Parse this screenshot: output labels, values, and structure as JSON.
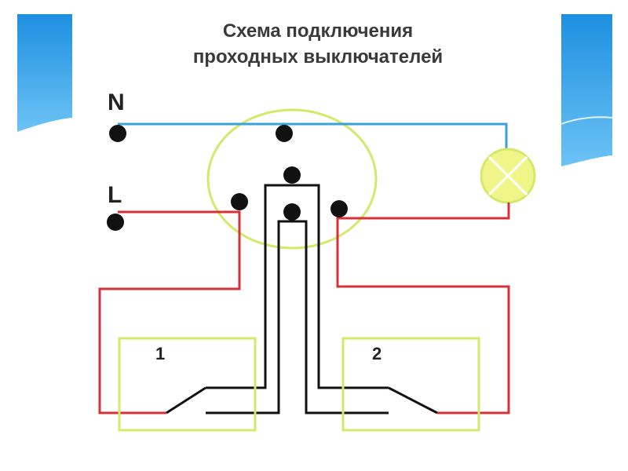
{
  "title": {
    "line1": "Схема подключения",
    "line2": "проходных выключателей"
  },
  "terminals": {
    "neutral": "N",
    "line": "L"
  },
  "switches": {
    "first": "1",
    "second": "2"
  },
  "colors": {
    "neutral_wire": "#3aa0d8",
    "phase_wire": "#d6303a",
    "control_wire": "#111111",
    "box_outline": "#d4e86a",
    "lamp_fill": "#f0f58a",
    "slide_accent": "#1e8fe0"
  }
}
